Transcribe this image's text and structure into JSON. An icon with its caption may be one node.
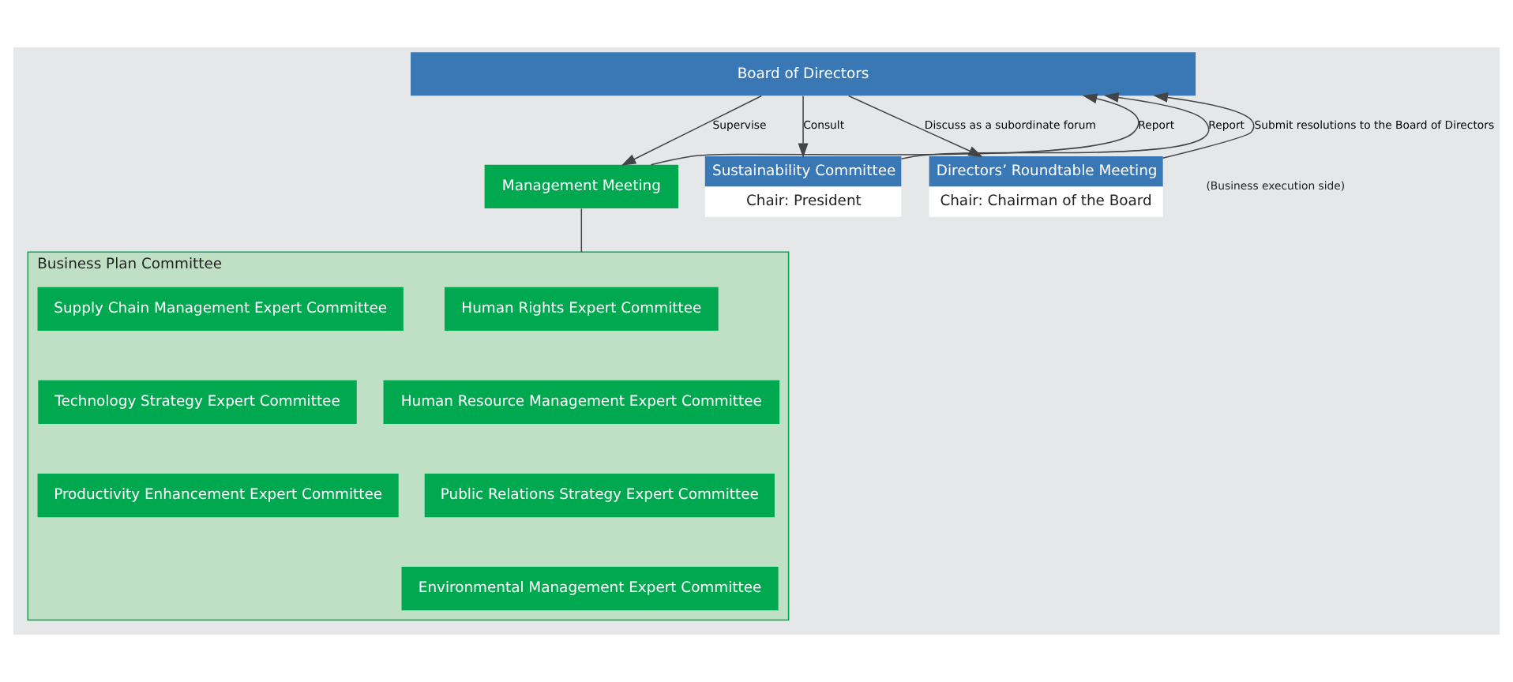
{
  "diagram": {
    "nodes": [
      {
        "text": [
          "Board of Directors"
        ]
      },
      {
        "text": [
          "Management Meeting"
        ]
      },
      {
        "text": [
          "Sustainability Committee",
          "Chair: President"
        ]
      },
      {
        "text": [
          "Directors’ Roundtable Meeting",
          "Chair: Chairman of the Board"
        ]
      },
      {
        "text": [
          "Business Plan Committee"
        ]
      },
      {
        "text": [
          "Human Rights Expert Committee"
        ],
        "in": 4
      },
      {
        "text": [
          "Supply Chain Management Expert Committee"
        ],
        "in": 4
      },
      {
        "text": [
          "Human Resource Management Expert Committee"
        ],
        "in": 4
      },
      {
        "text": [
          "Technology Strategy Expert Committee"
        ],
        "in": 4
      },
      {
        "text": [
          "Public Relations Strategy Expert Committee"
        ],
        "in": 4
      },
      {
        "text": [
          "Productivity Enhancement Expert Committee"
        ],
        "in": 4
      },
      {
        "text": [
          "Environmental Management Expert Committee"
        ],
        "in": 4
      }
    ],
    "edges": [
      {
        "from": 0,
        "to": 1,
        "arrow": "to",
        "label": "Supervise"
      },
      {
        "from": 1,
        "to": 0,
        "arrow": "to",
        "label": "Report"
      },
      {
        "from": 0,
        "to": 2,
        "arrow": "to",
        "label": "Consult"
      },
      {
        "from": 2,
        "to": 0,
        "arrow": "to",
        "label": "Report"
      },
      {
        "from": 0,
        "to": 3,
        "arrow": "to",
        "label": "Discuss as a subordinate forum"
      },
      {
        "from": 3,
        "to": 0,
        "arrow": "to",
        "label": "Submit resolutions to the Board of Directors"
      },
      {
        "from": 1,
        "to": 4,
        "arrow": "none"
      }
    ],
    "labels": [
      "(Business execution side)"
    ]
  }
}
